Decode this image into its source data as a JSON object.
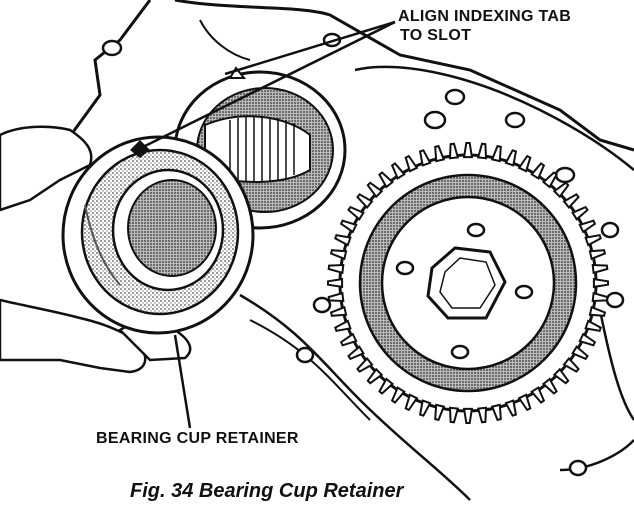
{
  "callouts": {
    "align_line1": "ALIGN INDEXING TAB",
    "align_line2": "TO SLOT",
    "bearing": "BEARING CUP RETAINER"
  },
  "caption": "Fig. 34 Bearing Cup Retainer",
  "colors": {
    "ink": "#111111",
    "paper": "#ffffff",
    "shade": "#9a9a9a"
  }
}
